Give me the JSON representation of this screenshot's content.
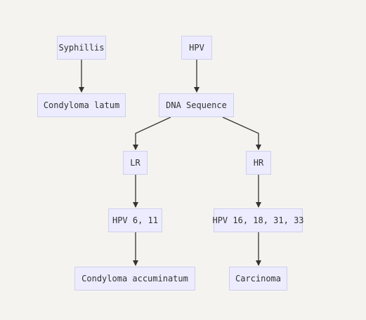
{
  "diagram": {
    "nodes": {
      "syphilis": "Syphillis",
      "hpv": "HPV",
      "condyloma_latum": "Condyloma latum",
      "dna_sequence": "DNA Sequence",
      "lr": "LR",
      "hr": "HR",
      "hpv_6_11": "HPV 6, 11",
      "hpv_16_18_31_33": "HPV 16, 18, 31, 33",
      "condyloma_accuminatum": "Condyloma accuminatum",
      "carcinoma": "Carcinoma"
    },
    "edges": [
      [
        "syphilis",
        "condyloma_latum"
      ],
      [
        "hpv",
        "dna_sequence"
      ],
      [
        "dna_sequence",
        "lr"
      ],
      [
        "dna_sequence",
        "hr"
      ],
      [
        "lr",
        "hpv_6_11"
      ],
      [
        "hr",
        "hpv_16_18_31_33"
      ],
      [
        "hpv_6_11",
        "condyloma_accuminatum"
      ],
      [
        "hpv_16_18_31_33",
        "carcinoma"
      ]
    ],
    "colors": {
      "background": "#f4f3ef",
      "node_fill": "#ececfe",
      "node_border": "#cfcfef",
      "edge": "#333333",
      "text": "#333333"
    }
  }
}
